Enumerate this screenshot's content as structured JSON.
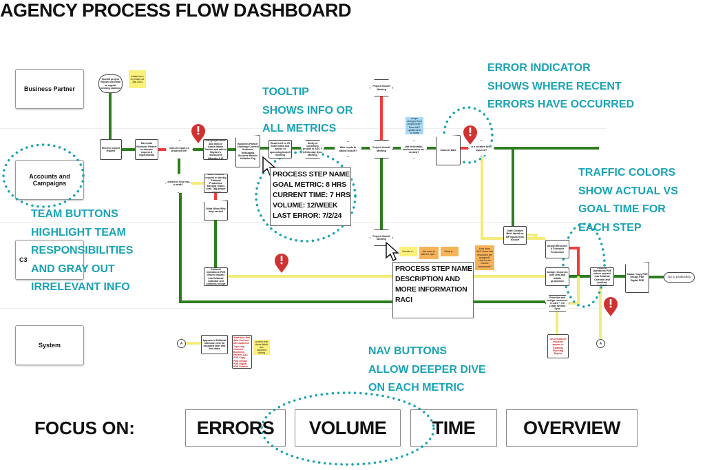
{
  "title": "AGENCY PROCESS FLOW DASHBOARD",
  "lanes": [
    "Business Partner",
    "Accounts and Campaigns",
    "C3",
    "System"
  ],
  "nodes": {
    "submit": "Submit project request via email or regular meeting cadence",
    "receive": "Receive project request",
    "meet": "Meet with Business Partner to discuss request & requirements",
    "brief_q": "Does it require a project brief?",
    "draft": "Draft project brief. Add links in Asana Intake Tracker and add to Hayden's worksheet (Monday 4-6)",
    "bp_challenge": "Business Partner Challenge Context Audience Messaging Success Metrics Initiative Tag",
    "email": "Email brief to C3 team leads and advise of upcoming kickoff meeting",
    "notify": "Notify of upcoming project in A&C + C3 Monday Sync Meeting",
    "who": "Who needs to attend kickoff?",
    "kickoff_top": "Project Kickoff Meeting",
    "kickoff": "Project Kickoff Meeting",
    "kickoff_bottom": "Project Kickoff Meeting",
    "deliverables": "What deliverables and resources are needed?",
    "channel": "Channel Date",
    "creative_q": "Is a creative brief required?",
    "week_q": "Needed in less than a week?",
    "editorial_req": "Make editorial request in Weekly Editorial Production Meeting Teams chat. Tag people using @",
    "what_when": "What When Why Help needed",
    "ed_ops": "Editorial Operations PDE enters request into Editorial Calendar and confirms receipt",
    "creative_brief": "Draft Creative Brief based on BP inputs from Kickoff",
    "assign_sched": "Assign Resource & Schedule Production",
    "assign_chat": "Assign resources over chat and initiate production",
    "prioritize": "Prioritize and assign resources in A&C + C3 Leads Weekly Sync",
    "ed_ops_pde": "Editorial Operations PDE enters request into Editorial Calendar and confirms schedule",
    "status": "Status: Copy PDE Design PDE Digital PDE",
    "go": "Go to production",
    "unconsidered": "Unconsidered requests appear in Editorial Planning Report",
    "appears": "Appears in Editorial Calendar view for assigned start and end dates",
    "fields": "Start date End date Content title Audience Topic tag Channel Business Partner A&C PDE Copy PDE Design PDE Digital PDE Publish Status",
    "connector": "A"
  },
  "stickies": {
    "intake": "Intake form to phase out July 2024",
    "blue": "Has the scope changed from project brief? Does A&C update brief or notify stakeholders?",
    "fields_note": "Need to confirm that these fields are captured during workflow",
    "s1": "Decide a...",
    "s2": "We need to ask the right...",
    "s3": "What is...",
    "s4": "How does A&C know that resources are assigned? How do we resolve inadequate?"
  },
  "annotations": {
    "tooltip": "TOOLTIP\nSHOWS INFO OR\nALL METRICS",
    "error": "ERROR INDICATOR\nSHOWS WHERE RECENT\nERRORS HAVE OCCURRED",
    "traffic": "TRAFFIC COLORS\nSHOW ACTUAL VS\nGOAL TIME FOR\nEACH STEP",
    "team": "TEAM BUTTONS\nHIGHLIGHT TEAM\nRESPONSIBILITIES\nAND GRAY OUT\nIRRELEVANT INFO",
    "nav": "NAV BUTTONS\nALLOW DEEPER DIVE\nON EACH METRIC"
  },
  "tooltip1": "PROCESS STEP NAME\nGOAL METRIC: 8 HRS\nCURRENT TIME: 7 HRS\nVOLUME: 12/WEEK\nLAST ERROR: 7/2/24",
  "tooltip2": "PROCESS STEP NAME\nDESCRIPTION AND\nMORE INFORMATION\nRACI",
  "focus": {
    "label": "FOCUS ON:",
    "buttons": [
      "ERRORS",
      "VOLUME",
      "TIME",
      "OVERVIEW"
    ]
  },
  "colors": {
    "accent": "#1aa3b5",
    "good": "#2e7d1f",
    "warn": "#f4ec7a",
    "bad": "#f23b3b",
    "error_pin": "#d03232"
  }
}
